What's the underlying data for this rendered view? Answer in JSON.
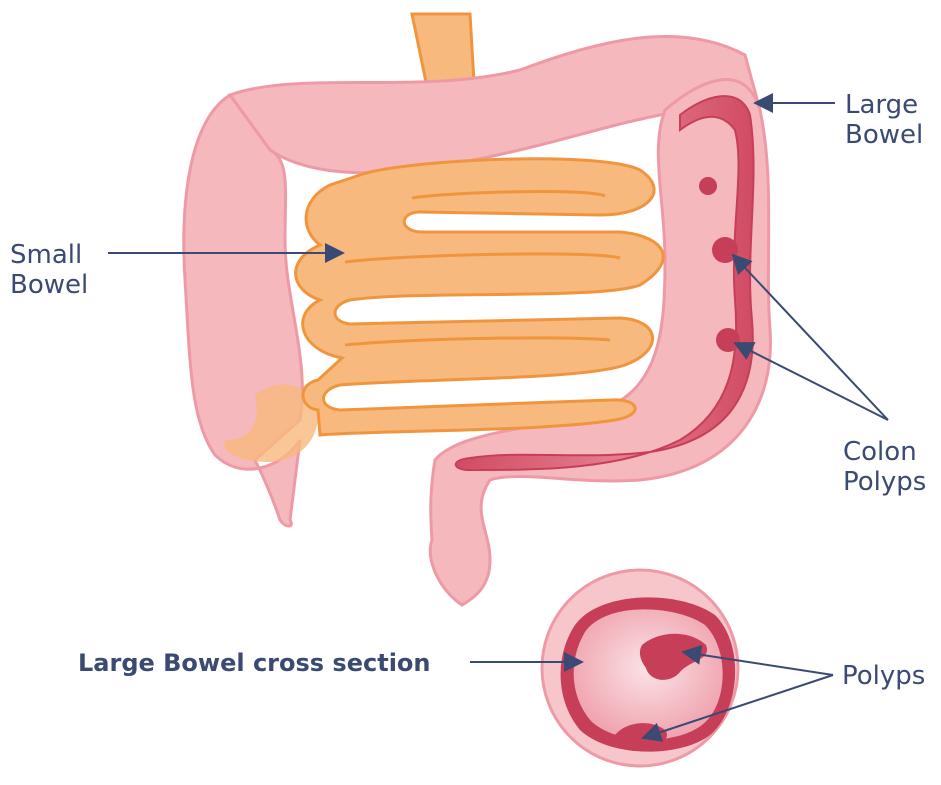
{
  "labels": {
    "large_bowel": [
      "Large",
      "Bowel"
    ],
    "small_bowel": [
      "Small",
      "Bowel"
    ],
    "colon_polyps": [
      "Colon",
      "Polyps"
    ],
    "cross_section": "Large Bowel cross section",
    "polyps": "Polyps"
  },
  "colors": {
    "colon_fill": "#f5b8bd",
    "colon_stroke": "#ee9aa6",
    "small_bowel_fill": "#f7b97d",
    "small_bowel_stroke": "#f0953e",
    "interior": "#d9546a",
    "label_text": "#3b4a72",
    "arrow": "#3b4a72"
  }
}
